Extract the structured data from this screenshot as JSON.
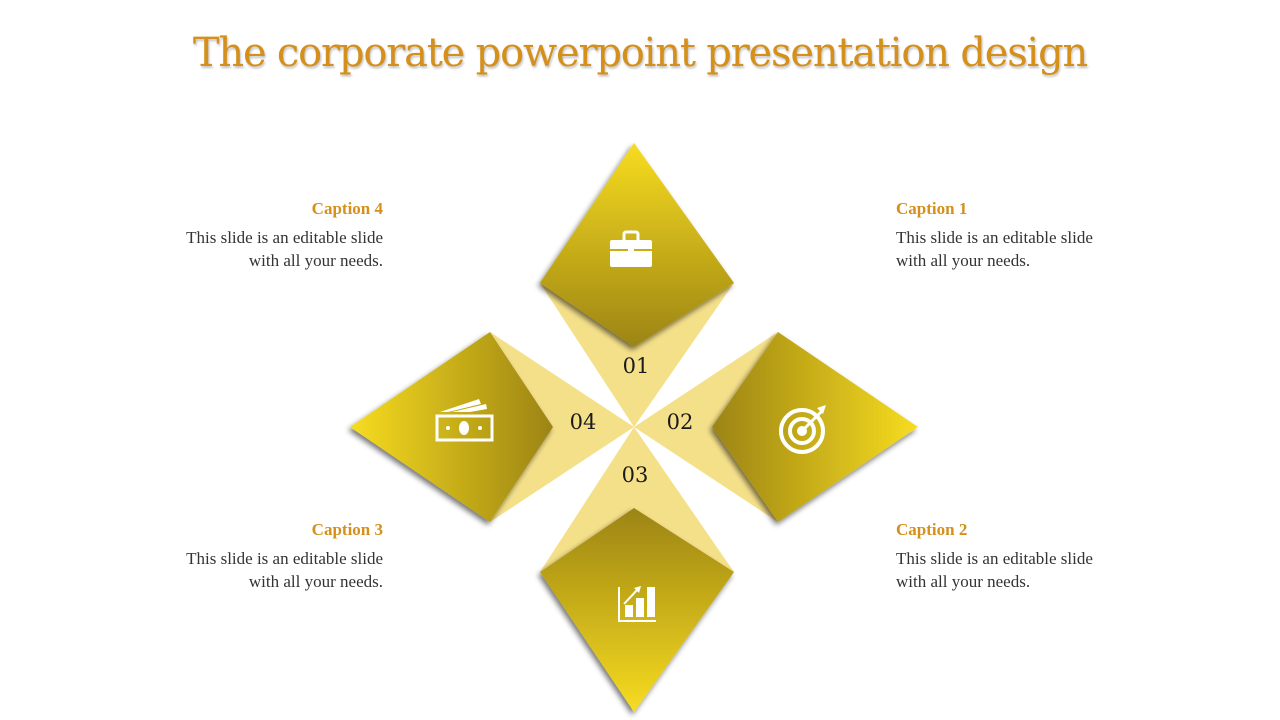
{
  "slide": {
    "title": "The corporate powerpoint presentation design",
    "colors": {
      "title": "#d4901a",
      "caption_heading": "#d4901a",
      "body_text": "#333333",
      "arm_light": "#f7dc21",
      "arm_dark": "#9c8412",
      "wedge": "#f5e08a"
    },
    "items": [
      {
        "number": "01",
        "icon": "briefcase-icon",
        "caption": "Caption 1",
        "text_line1": "This slide is an editable slide",
        "text_line2": "with all your needs."
      },
      {
        "number": "02",
        "icon": "target-icon",
        "caption": "Caption 2",
        "text_line1": "This slide is an editable slide",
        "text_line2": "with all your needs."
      },
      {
        "number": "03",
        "icon": "growth-chart-icon",
        "caption": "Caption 3",
        "text_line1": "This slide is an editable slide",
        "text_line2": "with all your needs."
      },
      {
        "number": "04",
        "icon": "money-icon",
        "caption": "Caption 4",
        "text_line1": "This slide is an editable slide",
        "text_line2": "with all your needs."
      }
    ]
  }
}
